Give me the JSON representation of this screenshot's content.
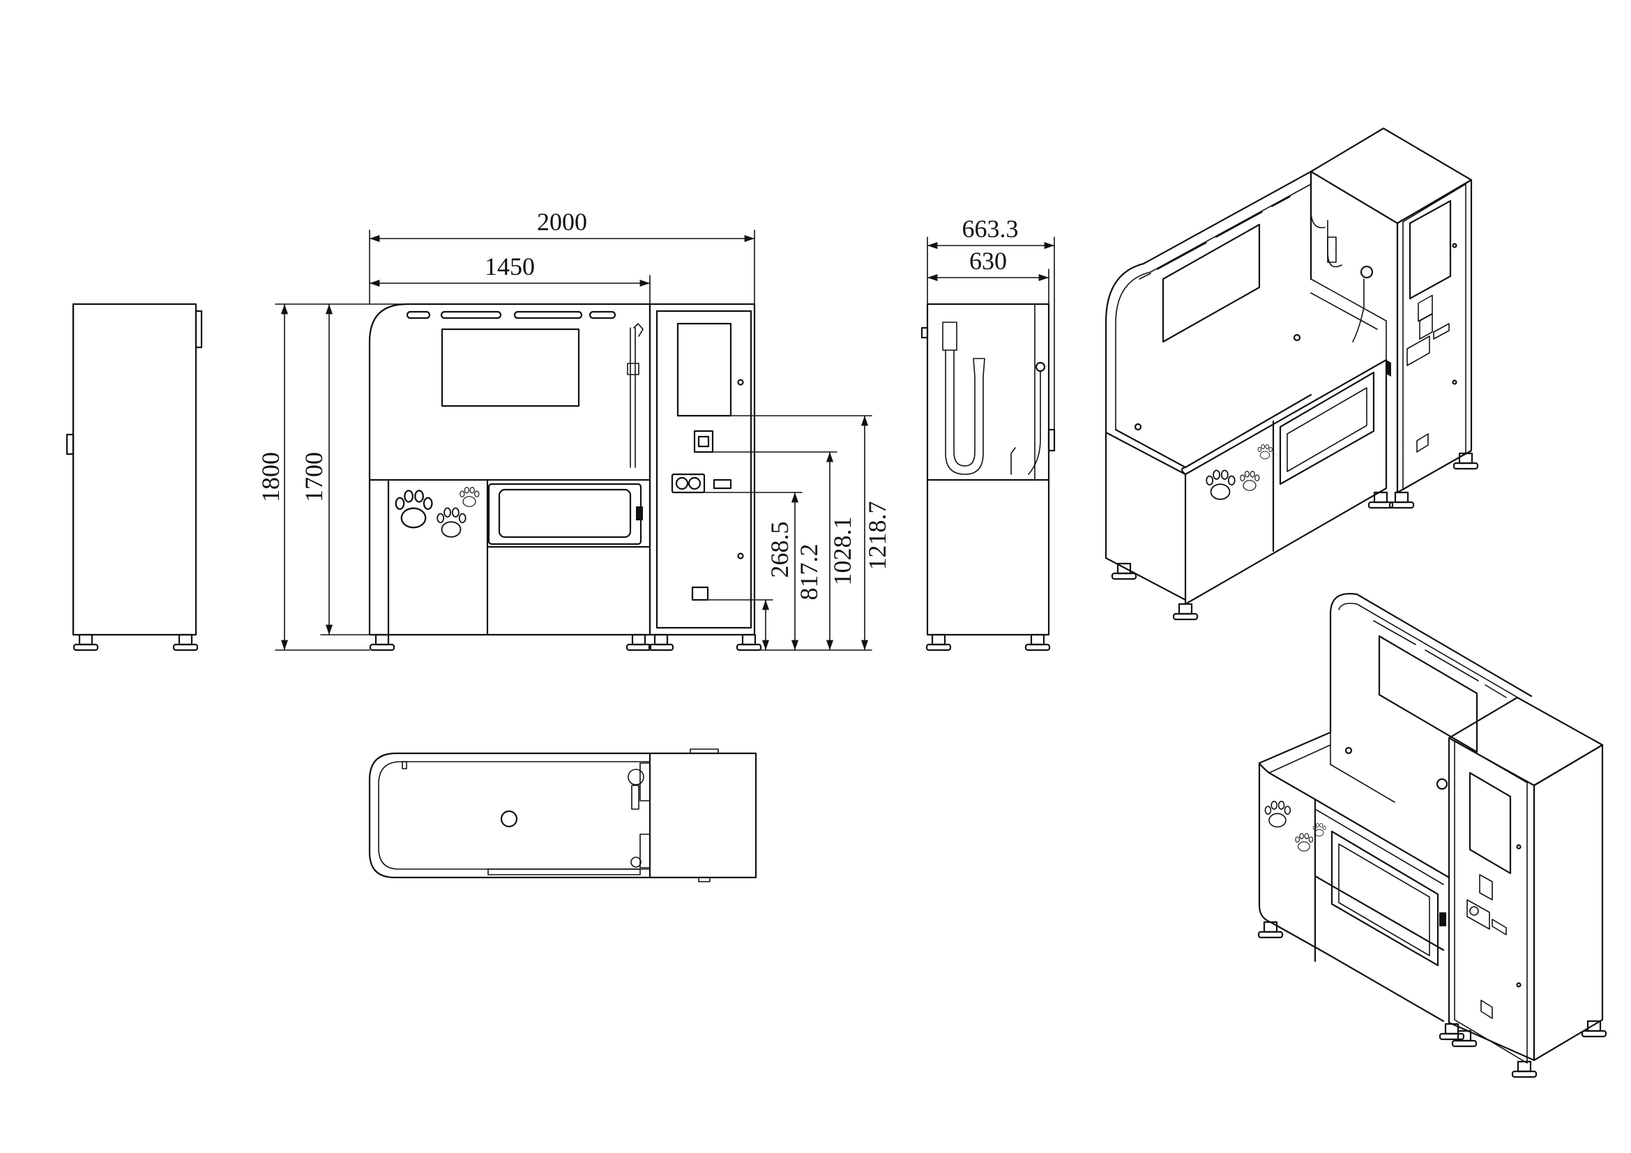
{
  "dimensions": {
    "overall_width": "2000",
    "tub_width": "1450",
    "overall_height": "1800",
    "tub_height": "1700",
    "side_depth_overall": "663.3",
    "side_depth": "630",
    "height_bottom_slot": "268.5",
    "height_payment_panel": "817.2",
    "height_card_reader": "1028.1",
    "height_screen_bottom": "1218.7"
  },
  "colors": {
    "line": "#111111",
    "background": "#ffffff"
  }
}
